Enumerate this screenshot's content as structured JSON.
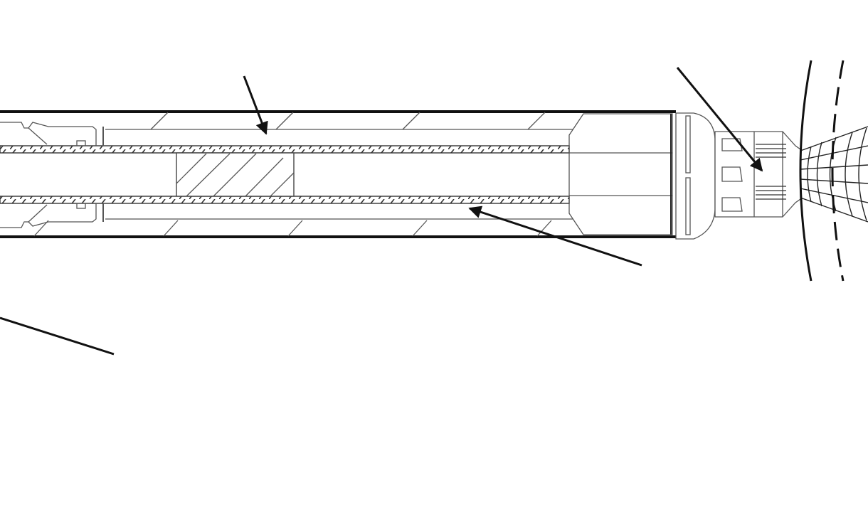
{
  "diagram": {
    "stroke_color": "#111111",
    "background": "#ffffff",
    "components": [
      "outer-casing",
      "inner-casing",
      "hatched-pipe",
      "hatched-plug",
      "left-fitting",
      "end-body",
      "end-cap",
      "nozzle",
      "spray-pattern",
      "wavefront-solid",
      "wavefront-dashed"
    ],
    "callouts": 4
  }
}
